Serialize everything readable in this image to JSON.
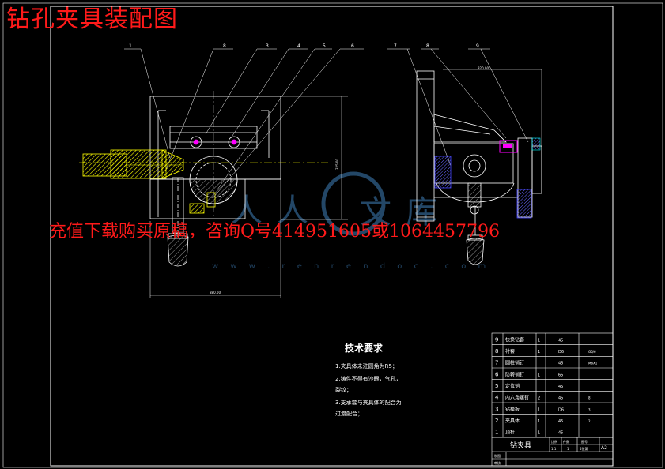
{
  "title": "钻孔夹具装配图",
  "promo": "充值下载购买原稿，咨询Q号414951605或1064457796",
  "watermark": {
    "url": "w w w . r e n r e n d o c . c o m",
    "glyphs": [
      "人",
      "人",
      "文",
      "库"
    ]
  },
  "balloons": {
    "left": [
      "1",
      "8",
      "3",
      "4",
      "5",
      "6"
    ],
    "right": [
      "7",
      "8",
      "9"
    ]
  },
  "tech": {
    "heading": "技术要求",
    "lines": [
      "1.夹具体未注圆角为R5；",
      "2.铸件不得有沙眼，气孔，",
      "裂纹；",
      "3.支承套与夹具体的配合为",
      "过渡配合；"
    ]
  },
  "bom": [
    {
      "no": "9",
      "name": "快换钻套",
      "qty": "1",
      "mat": "45",
      "note": "",
      "extra": ""
    },
    {
      "no": "8",
      "name": "衬套",
      "qty": "1",
      "mat": "D6",
      "note": "G6/6",
      "extra": ""
    },
    {
      "no": "7",
      "name": "圆柱销钉",
      "qty": "",
      "mat": "45",
      "note": "M6X1",
      "extra": ""
    },
    {
      "no": "6",
      "name": "防转销钉",
      "qty": "1",
      "mat": "65",
      "note": "",
      "extra": ""
    },
    {
      "no": "5",
      "name": "定位销",
      "qty": "",
      "mat": "45",
      "note": "",
      "extra": ""
    },
    {
      "no": "4",
      "name": "内六角螺钉",
      "qty": "2",
      "mat": "45",
      "note": "8",
      "extra": ""
    },
    {
      "no": "3",
      "name": "钻模板",
      "qty": "1",
      "mat": "D6",
      "note": "3",
      "extra": ""
    },
    {
      "no": "2",
      "name": "夹具体",
      "qty": "1",
      "mat": "45",
      "note": "2",
      "extra": ""
    },
    {
      "no": "1",
      "name": "顶杆",
      "qty": "1",
      "mat": "45",
      "note": "",
      "extra": ""
    }
  ],
  "titleblock": {
    "name": "钻夹具",
    "h1": "比例",
    "h2": "件数",
    "h3": "图号",
    "sheet": "A2",
    "v1": "1:1",
    "v2": "1",
    "v3": "4张第",
    "r1": "制图",
    "r2": "审核"
  },
  "dims": {
    "bottom_left": "880.00",
    "height_left": "325.00",
    "top_right": "320.00"
  },
  "colors": {
    "line": "#ffffff",
    "accent": "#ffff00",
    "magenta": "#ff00ff",
    "cyan": "#00ffff",
    "blue": "#4444ff",
    "red": "#ff1a1a",
    "watermark": "#2f5f8a"
  }
}
